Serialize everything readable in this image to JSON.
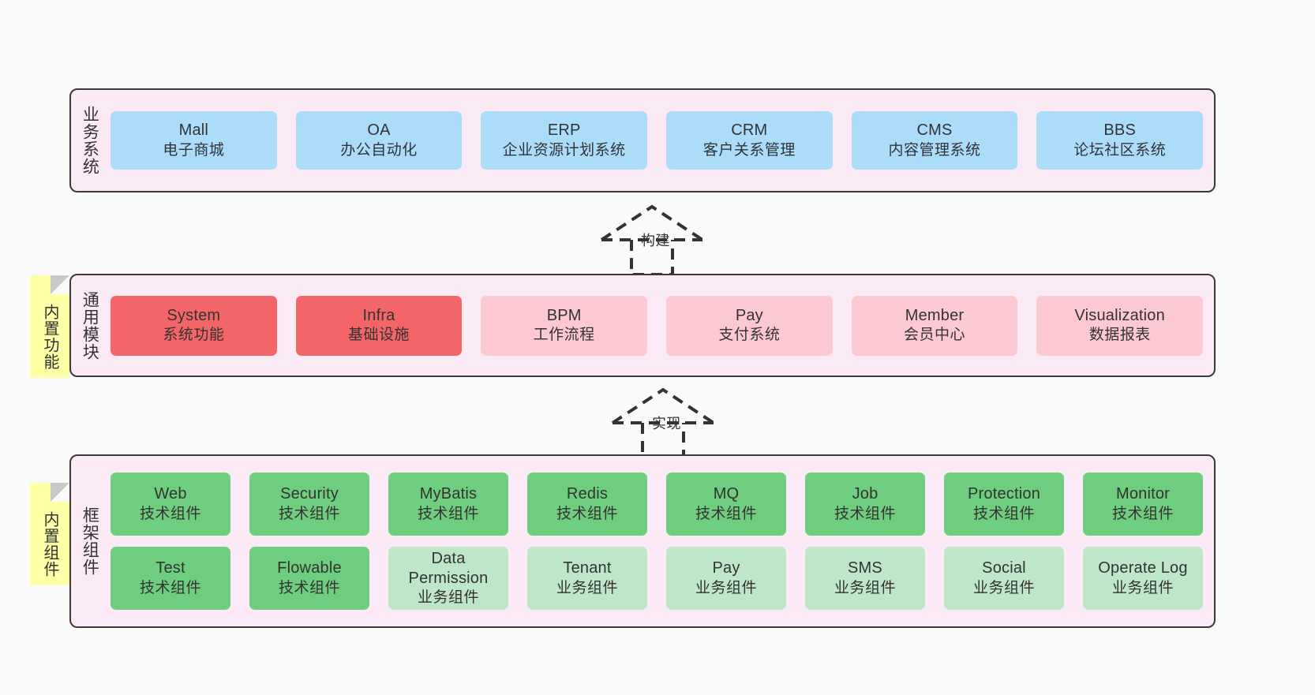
{
  "diagram": {
    "background": "#fafafa",
    "layer_fill": "#fbeaf5",
    "layer_border": "#3a3a3a",
    "sticky_fill": "#ffffa8"
  },
  "layers": [
    {
      "id": "business",
      "caption": "业务系统",
      "rows": [
        {
          "nodes": [
            {
              "en": "Mall",
              "cn": "电子商城",
              "color": "#abddfb"
            },
            {
              "en": "OA",
              "cn": "办公自动化",
              "color": "#abddfb"
            },
            {
              "en": "ERP",
              "cn": "企业资源计划系统",
              "color": "#abddfb"
            },
            {
              "en": "CRM",
              "cn": "客户关系管理",
              "color": "#abddfb"
            },
            {
              "en": "CMS",
              "cn": "内容管理系统",
              "color": "#abddfb"
            },
            {
              "en": "BBS",
              "cn": "论坛社区系统",
              "color": "#abddfb"
            }
          ]
        }
      ]
    },
    {
      "id": "modules",
      "caption": "通用模块",
      "sticky": "内置功能",
      "rows": [
        {
          "nodes": [
            {
              "en": "System",
              "cn": "系统功能",
              "color": "#f4656a"
            },
            {
              "en": "Infra",
              "cn": "基础设施",
              "color": "#f4656a"
            },
            {
              "en": "BPM",
              "cn": "工作流程",
              "color": "#fcc9d3"
            },
            {
              "en": "Pay",
              "cn": "支付系统",
              "color": "#fcc9d3"
            },
            {
              "en": "Member",
              "cn": "会员中心",
              "color": "#fcc9d3"
            },
            {
              "en": "Visualization",
              "cn": "数据报表",
              "color": "#fcc9d3"
            }
          ]
        }
      ]
    },
    {
      "id": "framework",
      "caption": "框架组件",
      "sticky": "内置组件",
      "rows": [
        {
          "nodes": [
            {
              "en": "Web",
              "cn": "技术组件",
              "color": "#6ecd7e"
            },
            {
              "en": "Security",
              "cn": "技术组件",
              "color": "#6ecd7e"
            },
            {
              "en": "MyBatis",
              "cn": "技术组件",
              "color": "#6ecd7e"
            },
            {
              "en": "Redis",
              "cn": "技术组件",
              "color": "#6ecd7e"
            },
            {
              "en": "MQ",
              "cn": "技术组件",
              "color": "#6ecd7e"
            },
            {
              "en": "Job",
              "cn": "技术组件",
              "color": "#6ecd7e"
            },
            {
              "en": "Protection",
              "cn": "技术组件",
              "color": "#6ecd7e"
            },
            {
              "en": "Monitor",
              "cn": "技术组件",
              "color": "#6ecd7e"
            }
          ]
        },
        {
          "nodes": [
            {
              "en": "Test",
              "cn": "技术组件",
              "color": "#6ecd7e"
            },
            {
              "en": "Flowable",
              "cn": "技术组件",
              "color": "#6ecd7e"
            },
            {
              "en": "Data Permission",
              "cn": "业务组件",
              "color": "#bfe6c6"
            },
            {
              "en": "Tenant",
              "cn": "业务组件",
              "color": "#bfe6c6"
            },
            {
              "en": "Pay",
              "cn": "业务组件",
              "color": "#bfe6c6"
            },
            {
              "en": "SMS",
              "cn": "业务组件",
              "color": "#bfe6c6"
            },
            {
              "en": "Social",
              "cn": "业务组件",
              "color": "#bfe6c6"
            },
            {
              "en": "Operate Log",
              "cn": "业务组件",
              "color": "#bfe6c6"
            }
          ]
        }
      ]
    }
  ],
  "connectors": [
    {
      "id": "build",
      "label": "构建",
      "style": "dashed-realization-up"
    },
    {
      "id": "implement",
      "label": "实现",
      "style": "dashed-realization-up"
    }
  ]
}
